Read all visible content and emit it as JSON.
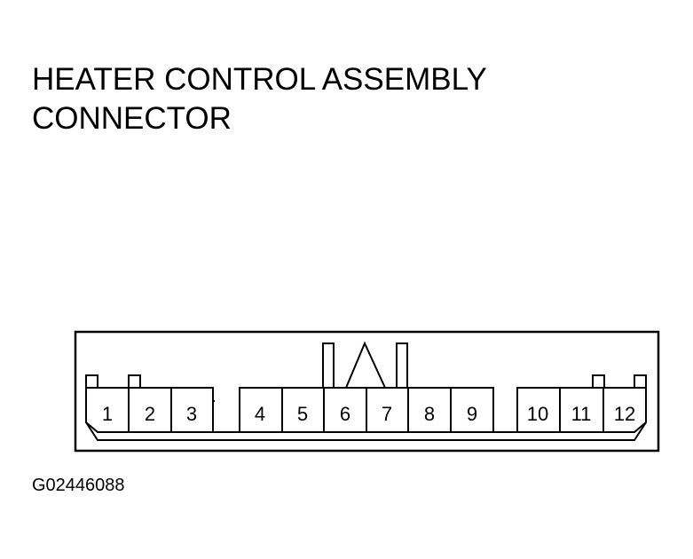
{
  "title": {
    "line1": "HEATER CONTROL ASSEMBLY",
    "line2": "CONNECTOR"
  },
  "figure_code": "G02446088",
  "connector": {
    "pins": [
      "1",
      "2",
      "3",
      "4",
      "5",
      "6",
      "7",
      "8",
      "9",
      "10",
      "11",
      "12"
    ]
  },
  "colors": {
    "line": "#000000",
    "background": "#ffffff"
  }
}
